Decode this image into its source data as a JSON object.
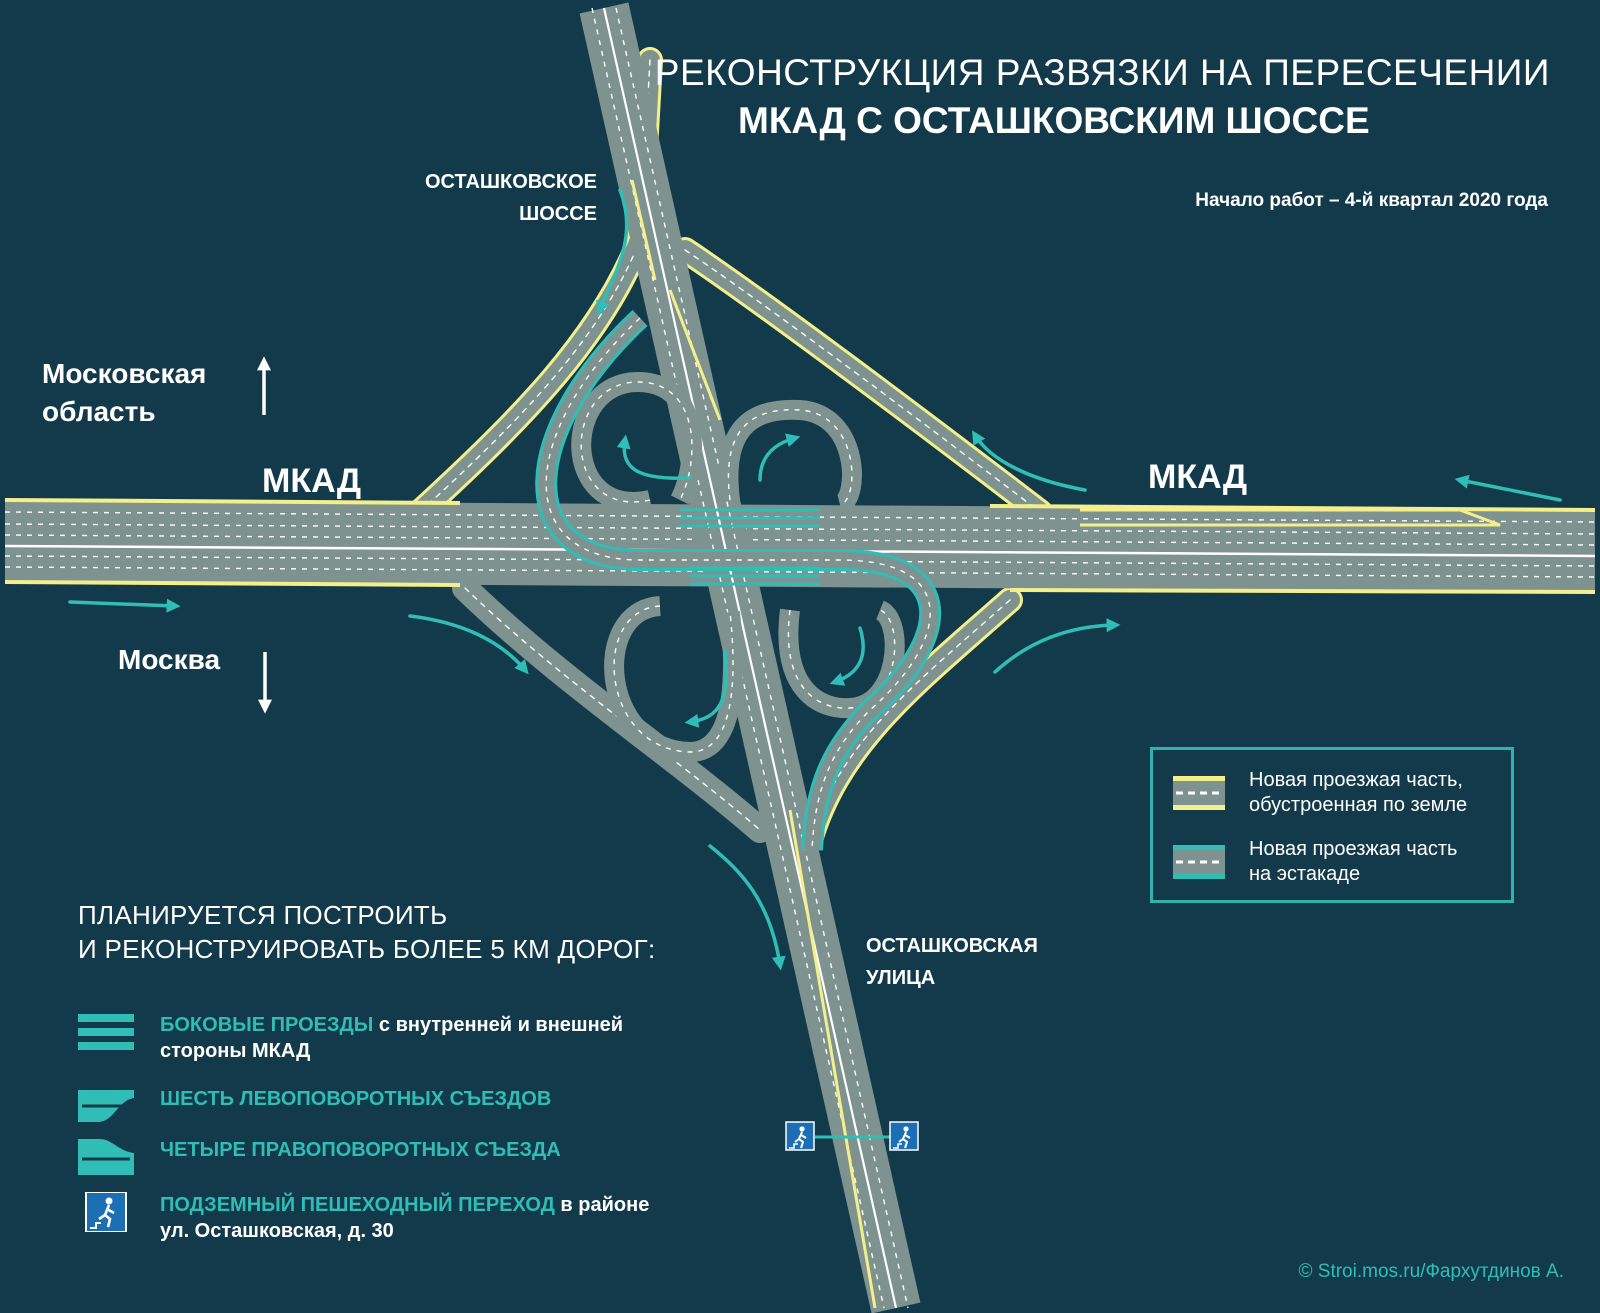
{
  "title": {
    "line1": "РЕКОНСТРУКЦИЯ РАЗВЯЗКИ НА ПЕРЕСЕЧЕНИИ",
    "line2": "МКАД С ОСТАШКОВСКИМ ШОССЕ"
  },
  "start_date": "Начало работ – 4-й квартал 2020 года",
  "roads": {
    "ostashkovskoe_line1": "ОСТАШКОВСКОЕ",
    "ostashkovskoe_line2": "ШОССЕ",
    "mkad_left": "МКАД",
    "mkad_right": "МКАД",
    "ostashkovskaya_line1": "ОСТАШКОВСКАЯ",
    "ostashkovskaya_line2": "УЛИЦА"
  },
  "regions": {
    "moscow_oblast_line1": "Московская",
    "moscow_oblast_line2": "область",
    "moscow": "Москва"
  },
  "legend": {
    "ground_road_line1": "Новая проезжая часть,",
    "ground_road_line2": "обустроенная по земле",
    "overpass_road_line1": "Новая проезжая часть",
    "overpass_road_line2": "на эстакаде"
  },
  "plan": {
    "heading_line1": "ПЛАНИРУЕТСЯ ПОСТРОИТЬ",
    "heading_line2": "И РЕКОНСТРУИРОВАТЬ БОЛЕЕ 5 КМ ДОРОГ:",
    "side_roads_accent": "Боковые проезды",
    "side_roads_text": " с внутренней и внешней",
    "side_roads_text2": "стороны МКАД",
    "left_exits": "Шесть левоповоротных съездов",
    "right_exits": "Четыре правоповоротных съезда",
    "underpass_accent": "Подземный пешеходный переход",
    "underpass_text": " в районе",
    "underpass_text2": "ул. Осташковская, д. 30"
  },
  "credit": "© Stroi.mos.ru/Фархутдинов А.",
  "colors": {
    "background": "#133a4b",
    "road_gray": "#7e9390",
    "ground_edge_yellow": "#f4ef8a",
    "overpass_teal": "#2fbdb6",
    "lane_marking": "#ffffff"
  },
  "icons": {
    "arrow_up": "arrow-up-icon",
    "arrow_down": "arrow-down-icon",
    "pedestrian_crossing": "pedestrian-crossing-icon"
  }
}
